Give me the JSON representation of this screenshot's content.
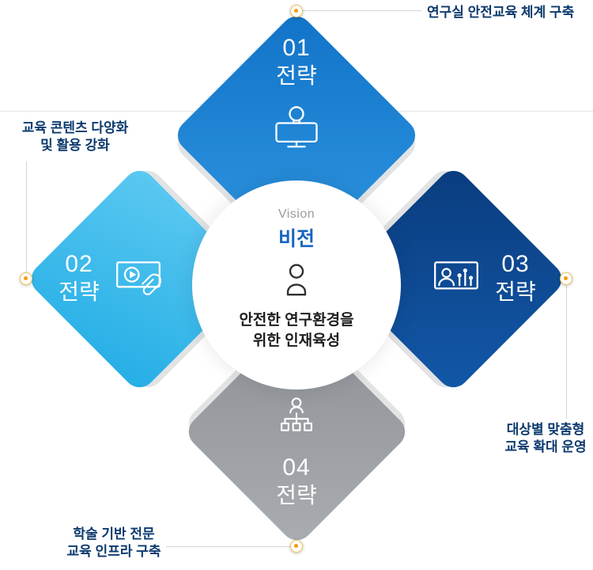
{
  "center": {
    "kicker": "Vision",
    "title": "비전",
    "line1": "안전한 연구환경을",
    "line2": "위한 인재육성"
  },
  "strategies": [
    {
      "number": "01",
      "label": "전략",
      "callout_line1": "연구실 안전교육 체계 구축",
      "color_from": "#1173c8",
      "color_to": "#2f97e2",
      "icon": "monitor-lightbulb"
    },
    {
      "number": "02",
      "label": "전략",
      "callout_line1": "교육 콘텐츠 다양화",
      "callout_line2": "및 활용 강화",
      "color_from": "#25aee6",
      "color_to": "#5bc9f1",
      "icon": "video-presentation-paperclip"
    },
    {
      "number": "03",
      "label": "전략",
      "callout_line1": "대상별 맞춤형",
      "callout_line2": "교육 확대 운영",
      "color_from": "#0a3c7e",
      "color_to": "#1258a8",
      "icon": "person-bar-chart"
    },
    {
      "number": "04",
      "label": "전략",
      "callout_line1": "학술 기반 전문",
      "callout_line2": "교육 인프라 구축",
      "color_from": "#8d9095",
      "color_to": "#a9adb1",
      "icon": "org-chart-person"
    }
  ],
  "palette": {
    "dot_ring": "#eec258",
    "dot_center": "#f39c12",
    "callout_text": "#0d3a6e",
    "vision_blue": "#1565c0",
    "connector_line": "#d4d4d4"
  }
}
